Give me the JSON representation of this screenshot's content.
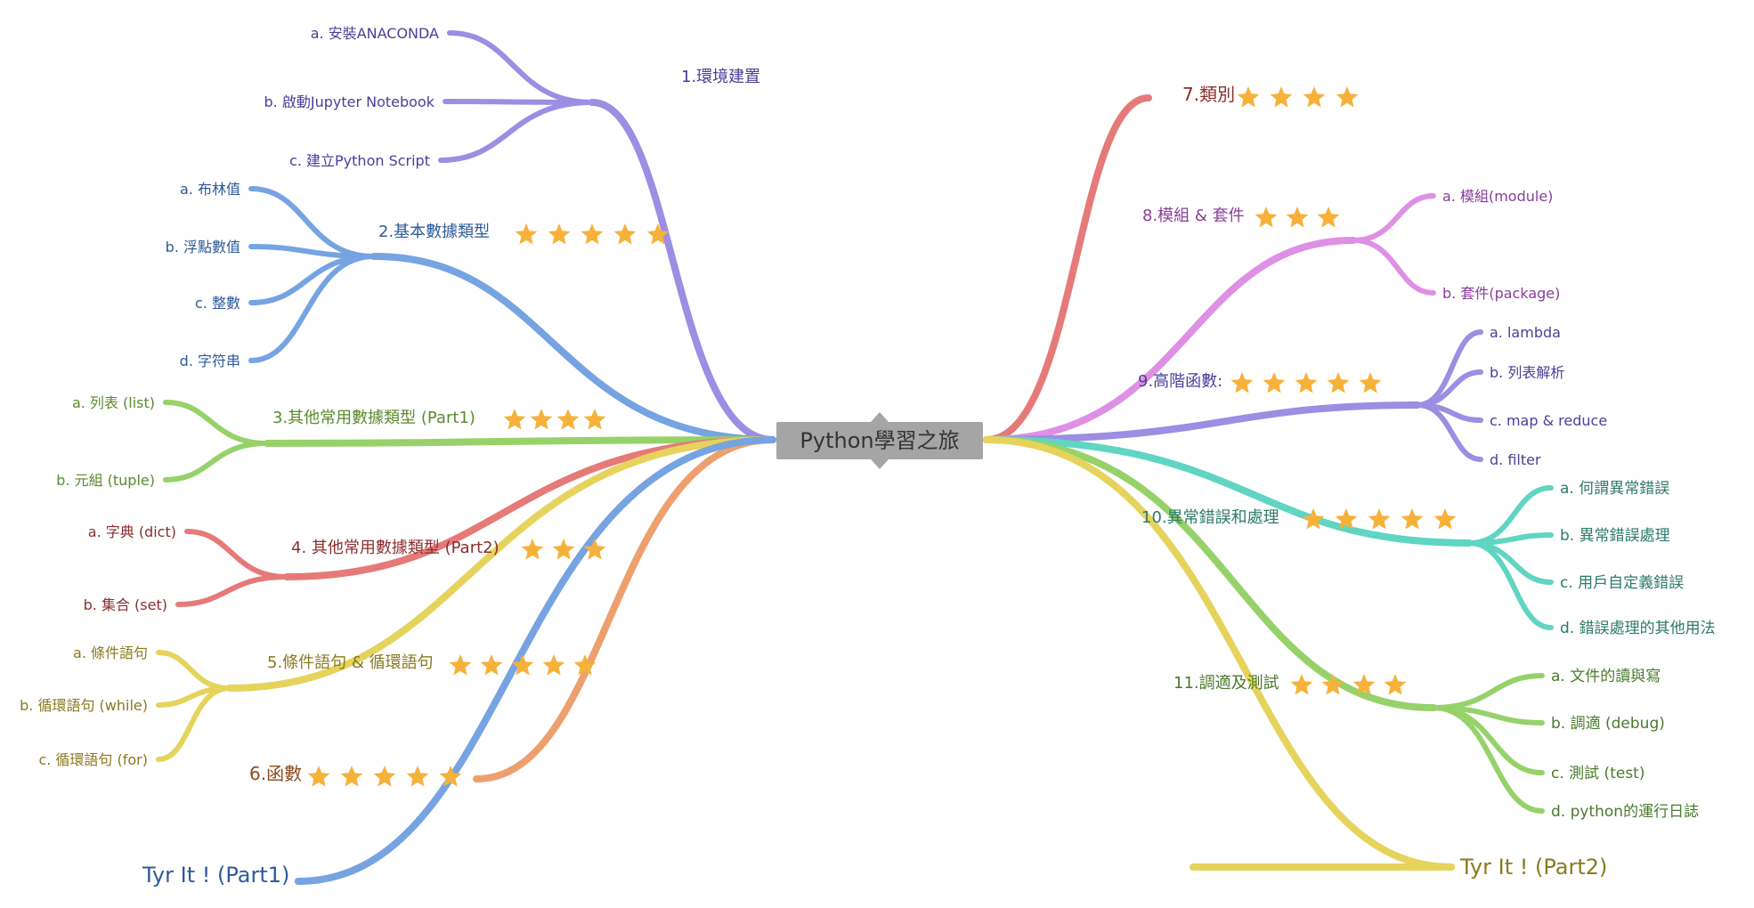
{
  "title": "Python學習之旅",
  "colors": {
    "b1": "#9b8ee3",
    "b2": "#76a3e2",
    "b3": "#96d269",
    "b4": "#e57a78",
    "b5": "#e6d35c",
    "b6": "#ee9f6e",
    "b7": "#e57a78",
    "b8": "#de90e4",
    "b9": "#9b8ee3",
    "b10": "#5fd5c2",
    "b11": "#96d269",
    "star": "#f6b13b",
    "root_bg": "#a5a5a5"
  },
  "left_branches": [
    {
      "id": "b1",
      "label": "1.環境建置",
      "stars": 0,
      "children": [
        "a. 安裝ANACONDA",
        "b. 啟動Jupyter Notebook",
        "c. 建立Python Script"
      ]
    },
    {
      "id": "b2",
      "label": "2.基本數據類型",
      "stars": 5,
      "children": [
        "a. 布林值",
        "b. 浮點數值",
        "c. 整數",
        "d. 字符串"
      ]
    },
    {
      "id": "b3",
      "label": "3.其他常用數據類型 (Part1)",
      "stars": 4,
      "children": [
        "a. 列表 (list)",
        "b. 元組 (tuple)"
      ]
    },
    {
      "id": "b4",
      "label": "4.  其他常用數據類型 (Part2)",
      "stars": 3,
      "children": [
        "a. 字典 (dict)",
        "b. 集合 (set)"
      ]
    },
    {
      "id": "b5",
      "label": "5.條件語句 & 循環語句",
      "stars": 5,
      "children": [
        "a. 條件語句",
        "b. 循環語句 (while)",
        "c. 循環語句 (for)"
      ]
    },
    {
      "id": "b6",
      "label": "6.函數",
      "stars": 5,
      "children": []
    },
    {
      "id": "tl",
      "label": "Tyr It ! (Part1)",
      "stars": 0,
      "children": []
    }
  ],
  "right_branches": [
    {
      "id": "b7",
      "label": "7.類別",
      "stars": 4,
      "children": []
    },
    {
      "id": "b8",
      "label": "8.模組 & 套件",
      "stars": 3,
      "children": [
        "a. 模組(module)",
        "b. 套件(package)"
      ]
    },
    {
      "id": "b9",
      "label": "9.高階函數:",
      "stars": 5,
      "children": [
        "a. lambda",
        "b. 列表解析",
        "c. map & reduce",
        "d. filter"
      ]
    },
    {
      "id": "b10",
      "label": "10.異常錯誤和處理",
      "stars": 5,
      "children": [
        "a. 何謂異常錯誤",
        "b. 異常錯誤處理",
        "c. 用戶自定義錯誤",
        "d. 錯誤處理的其他用法"
      ]
    },
    {
      "id": "b11",
      "label": "11.調適及測試",
      "stars": 4,
      "children": [
        "a. 文件的讀與寫",
        "b. 調適 (debug)",
        "c. 測試 (test)",
        "d. python的運行日誌"
      ]
    },
    {
      "id": "tr",
      "label": "Tyr It ! (Part2)",
      "stars": 0,
      "children": []
    }
  ]
}
